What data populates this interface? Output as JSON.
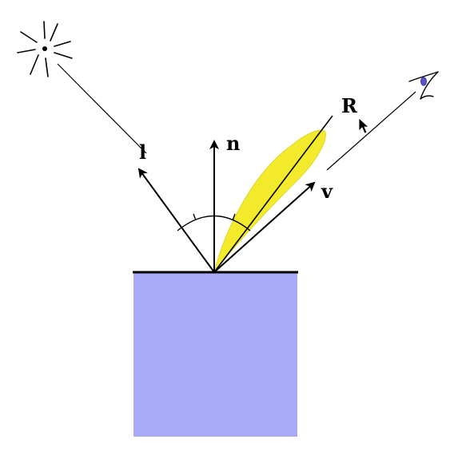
{
  "labels": {
    "light": "l",
    "normal": "n",
    "reflect": "R",
    "view": "v"
  },
  "colors": {
    "surface": "#a8aaf8",
    "lobe": "#f2ea2a",
    "ink": "#000000",
    "eye_iris": "#5a55c8"
  },
  "icons": {
    "light": "sun-icon",
    "viewer": "eye-icon",
    "cursor": "mouse-pointer-icon"
  }
}
